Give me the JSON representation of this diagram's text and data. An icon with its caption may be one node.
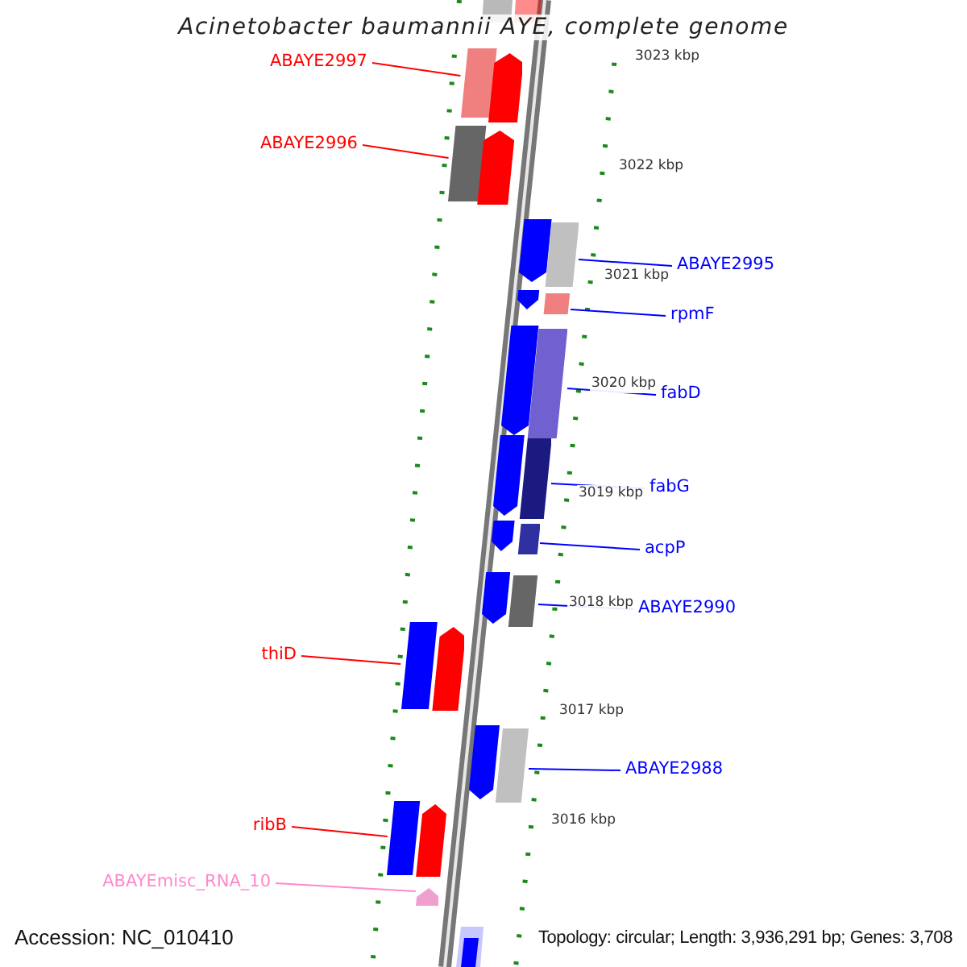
{
  "diagram": {
    "title": "Acinetobacter baumannii AYE, complete genome",
    "nodes": [
      {
        "text": [
          "ABAYE2997"
        ]
      },
      {
        "text": [],
        "shape": "bar"
      },
      {
        "text": [
          "ABAYE2996"
        ]
      },
      {
        "text": [],
        "shape": "bar"
      },
      {
        "text": [
          "ABAYE2995"
        ]
      },
      {
        "text": [],
        "shape": "bar"
      },
      {
        "text": [
          "rpmF"
        ]
      },
      {
        "text": [],
        "shape": "bar"
      },
      {
        "text": [
          "fabD"
        ]
      },
      {
        "text": [],
        "shape": "bar"
      },
      {
        "text": [
          "fabG"
        ]
      },
      {
        "text": [],
        "shape": "bar"
      },
      {
        "text": [
          "acpP"
        ]
      },
      {
        "text": [],
        "shape": "bar"
      },
      {
        "text": [
          "ABAYE2990"
        ]
      },
      {
        "text": [],
        "shape": "bar"
      },
      {
        "text": [
          "thiD"
        ]
      },
      {
        "text": [],
        "shape": "bar"
      },
      {
        "text": [
          "ABAYE2988"
        ]
      },
      {
        "text": [],
        "shape": "bar"
      },
      {
        "text": [
          "ribB"
        ]
      },
      {
        "text": [],
        "shape": "bar"
      },
      {
        "text": [
          "ABAYEmisc_RNA_10"
        ]
      },
      {
        "text": [],
        "shape": "bar"
      }
    ],
    "edges": [
      {
        "from": 0,
        "to": 1,
        "arrow": "none",
        "color": "#ff0000"
      },
      {
        "from": 2,
        "to": 3,
        "arrow": "none",
        "color": "#ff0000"
      },
      {
        "from": 4,
        "to": 5,
        "arrow": "none"
      },
      {
        "from": 6,
        "to": 7,
        "arrow": "none"
      },
      {
        "from": 8,
        "to": 9,
        "arrow": "none"
      },
      {
        "from": 10,
        "to": 11,
        "arrow": "none"
      },
      {
        "from": 12,
        "to": 13,
        "arrow": "none"
      },
      {
        "from": 14,
        "to": 15,
        "arrow": "none"
      },
      {
        "from": 16,
        "to": 17,
        "arrow": "none",
        "color": "#ff0000"
      },
      {
        "from": 18,
        "to": 19,
        "arrow": "none"
      },
      {
        "from": 20,
        "to": 21,
        "arrow": "none",
        "color": "#ff0000"
      },
      {
        "from": 22,
        "to": 23,
        "arrow": "none",
        "color": "#ff88cc"
      }
    ],
    "labels": [
      "3023 kbp",
      "3022 kbp",
      "3021 kbp",
      "3020 kbp",
      "3019 kbp",
      "3018 kbp",
      "3017 kbp",
      "3016 kbp",
      "Accession: NC_010410",
      "Topology: circular; Length: 3,936,291 bp; Genes: 3,708"
    ]
  }
}
